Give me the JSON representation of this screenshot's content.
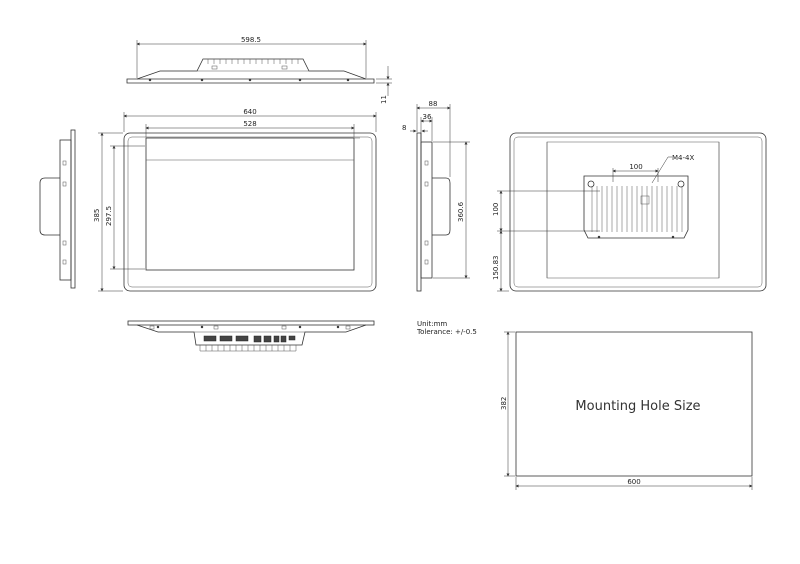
{
  "dimensions": {
    "top_width": "598.5",
    "top_height": "11",
    "front_width": "640",
    "front_inner_width": "528",
    "front_height": "385",
    "front_inner_height": "297.5",
    "side_depth": "88",
    "side_depth_inner": "36",
    "side_bezel": "8",
    "side_height": "360.6",
    "rear_vesa": "100",
    "rear_vesa_v": "100",
    "rear_offset": "150.83",
    "rear_screw": "M4-4X",
    "cutout_height": "382",
    "cutout_width": "600"
  },
  "notes": {
    "unit": "Unit:mm",
    "tolerance": "Tolerance: +/-0.5"
  },
  "cutout_title": "Mounting Hole Size"
}
